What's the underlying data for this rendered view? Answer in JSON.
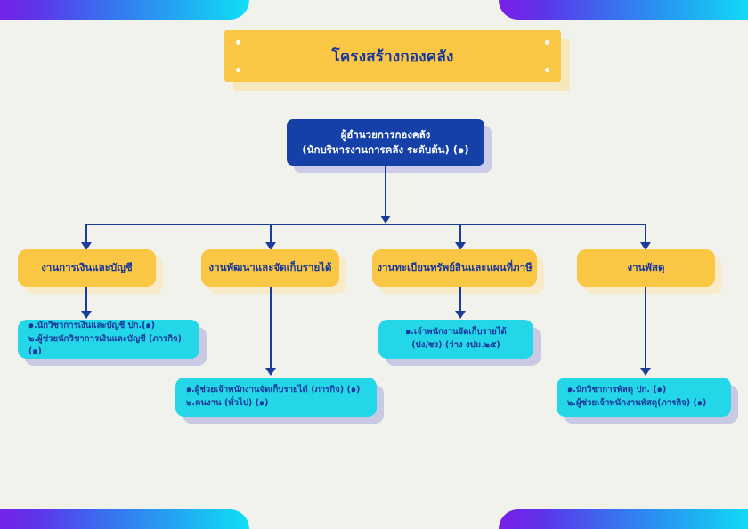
{
  "page": {
    "background_color": "#F2F2EC",
    "accent_gradient_from": "#7A1FE8",
    "accent_gradient_to": "#10E0F7"
  },
  "title_banner": {
    "text": "โครงสร้างกองคลัง",
    "background_color": "#FAC745",
    "text_color": "#19379B",
    "shadow_color": "#F7E7BC"
  },
  "director": {
    "line1": "ผู้อำนวยการกองคลัง",
    "line2": "(นักบริหารงานการคลัง ระดับต้น) (๑)",
    "background_color": "#1440A8",
    "text_color": "#FFFFFF"
  },
  "divisions": [
    {
      "label": "งานการเงินและบัญชี"
    },
    {
      "label": "งานพัฒนาและจัดเก็บรายได้"
    },
    {
      "label": "งานทะเบียนทรัพย์สินและแผนที่ภาษี"
    },
    {
      "label": "งานพัสดุ"
    }
  ],
  "division_style": {
    "background_color": "#FAC745",
    "text_color": "#19379B",
    "shadow_color": "#F7EBC9"
  },
  "staff_groups": [
    {
      "align": "left",
      "line1": "๑.นักวิชาการเงินและบัญชี ปก.(๑)",
      "line2": "๒.ผู้ช่วยนักวิชาการเงินและบัญชี (ภารกิจ) (๑)"
    },
    {
      "align": "left",
      "line1": "๑.ผู้ช่วยเจ้าพนักงานจัดเก็บรายได้ (ภารกิจ) (๑)",
      "line2": "๒.คนงาน (ทั่วไป) (๑)"
    },
    {
      "align": "center",
      "line1": "๑.เจ้าพนักงานจัดเก็บรายได้",
      "line2": "(ปง/ชง) (ว่าง งปม.๒๕)"
    },
    {
      "align": "left",
      "line1": "๑.นักวิชาการพัสดุ ปก. (๑)",
      "line2": "๒.ผู้ช่วยเจ้าพนักงานพัสดุ(ภารกิจ) (๑)"
    }
  ],
  "staff_style": {
    "background_color": "#24D7E8",
    "text_color": "#19379B",
    "shadow_color": "#C9C9E4"
  },
  "connector_style": {
    "line_color": "#1B3C99"
  }
}
